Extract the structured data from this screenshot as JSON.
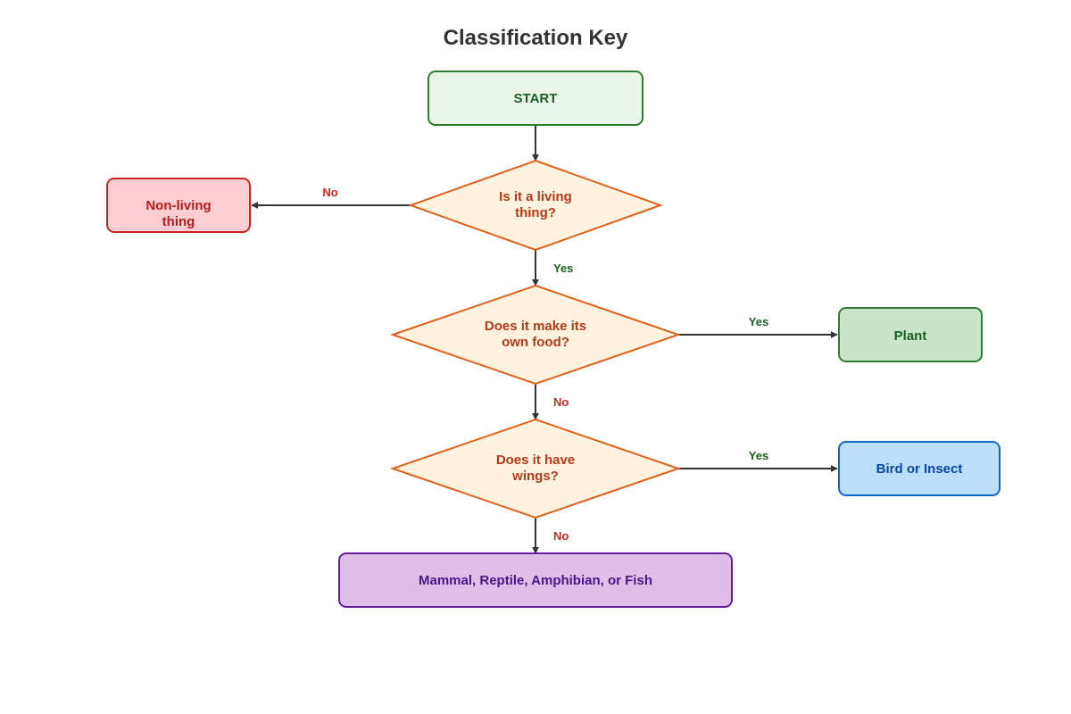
{
  "title": "Classification Key",
  "colors": {
    "start_fill": "#e8f5e9",
    "start_stroke": "#2e7d32",
    "start_text": "#1b5e20",
    "decision_fill": "#fff3e0",
    "decision_stroke": "#e0601b",
    "decision_text": "#b33a1a",
    "nonliving_fill": "#ffcdd2",
    "nonliving_stroke": "#c62828",
    "nonliving_text": "#b71c1c",
    "plant_fill": "#c8e6c9",
    "plant_stroke": "#2e7d32",
    "plant_text": "#1b5e20",
    "bird_fill": "#bbdefb",
    "bird_stroke": "#1565c0",
    "bird_text": "#0d47a1",
    "mammal_fill": "#e1bee7",
    "mammal_stroke": "#6a1b9a",
    "mammal_text": "#4a148c",
    "edge": "#333333",
    "label_yes": "#1b5e20",
    "label_no": "#c62828"
  },
  "nodes": {
    "start": "START",
    "q1": [
      "Is it a living",
      "thing?"
    ],
    "q2": [
      "Does it make its",
      "own food?"
    ],
    "q3": [
      "Does it have",
      "wings?"
    ],
    "nonliving": [
      "Non-living",
      "thing"
    ],
    "plant": "Plant",
    "bird": "Bird or Insect",
    "mammal": "Mammal, Reptile, Amphibian, or Fish"
  },
  "edges": {
    "q1_no": "No",
    "q1_yes": "Yes",
    "q2_yes": "Yes",
    "q2_no": "No",
    "q3_yes": "Yes",
    "q3_no": "No"
  }
}
